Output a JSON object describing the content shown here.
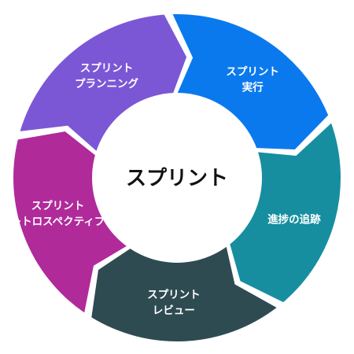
{
  "center": {
    "label": "スプリント"
  },
  "segments": [
    {
      "id": "planning",
      "lines": [
        "スプリント",
        "プランニング"
      ],
      "color": "#7b57d6"
    },
    {
      "id": "execution",
      "lines": [
        "スプリント",
        "実行"
      ],
      "color": "#0b79ee"
    },
    {
      "id": "tracking",
      "lines": [
        "進捗の追跡"
      ],
      "color": "#168e9f"
    },
    {
      "id": "review",
      "lines": [
        "スプリント",
        "レビュー"
      ],
      "color": "#2f4b52"
    },
    {
      "id": "retrospective",
      "lines": [
        "スプリント",
        "レトロスペクティブ"
      ],
      "color": "#b02a9a"
    }
  ]
}
